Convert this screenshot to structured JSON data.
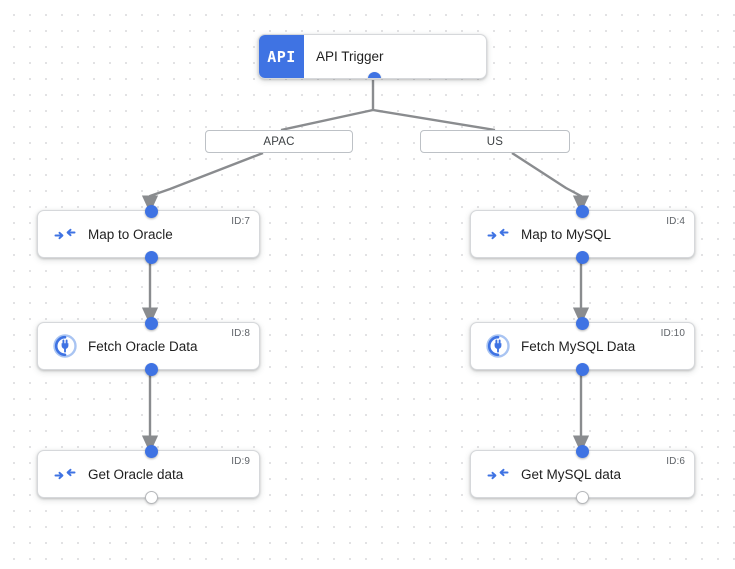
{
  "canvas": {
    "background_color": "#ffffff",
    "dot_color": "#e2e2e4",
    "accent_color": "#3f73e3",
    "edge_color": "#8a8c8f"
  },
  "trigger": {
    "badge": "API",
    "label": "API Trigger",
    "icon": "api-badge"
  },
  "branches": [
    {
      "label": "APAC"
    },
    {
      "label": "US"
    }
  ],
  "nodes": [
    {
      "label": "Map to Oracle",
      "id_label": "ID:7",
      "icon": "map-transform-icon",
      "output_port": "filled"
    },
    {
      "label": "Fetch Oracle Data",
      "id_label": "ID:8",
      "icon": "connector-plug-icon",
      "output_port": "filled"
    },
    {
      "label": "Get Oracle data",
      "id_label": "ID:9",
      "icon": "map-transform-icon",
      "output_port": "open"
    },
    {
      "label": "Map to MySQL",
      "id_label": "ID:4",
      "icon": "map-transform-icon",
      "output_port": "filled"
    },
    {
      "label": "Fetch MySQL Data",
      "id_label": "ID:10",
      "icon": "connector-plug-icon",
      "output_port": "filled"
    },
    {
      "label": "Get MySQL data",
      "id_label": "ID:6",
      "icon": "map-transform-icon",
      "output_port": "open"
    }
  ]
}
